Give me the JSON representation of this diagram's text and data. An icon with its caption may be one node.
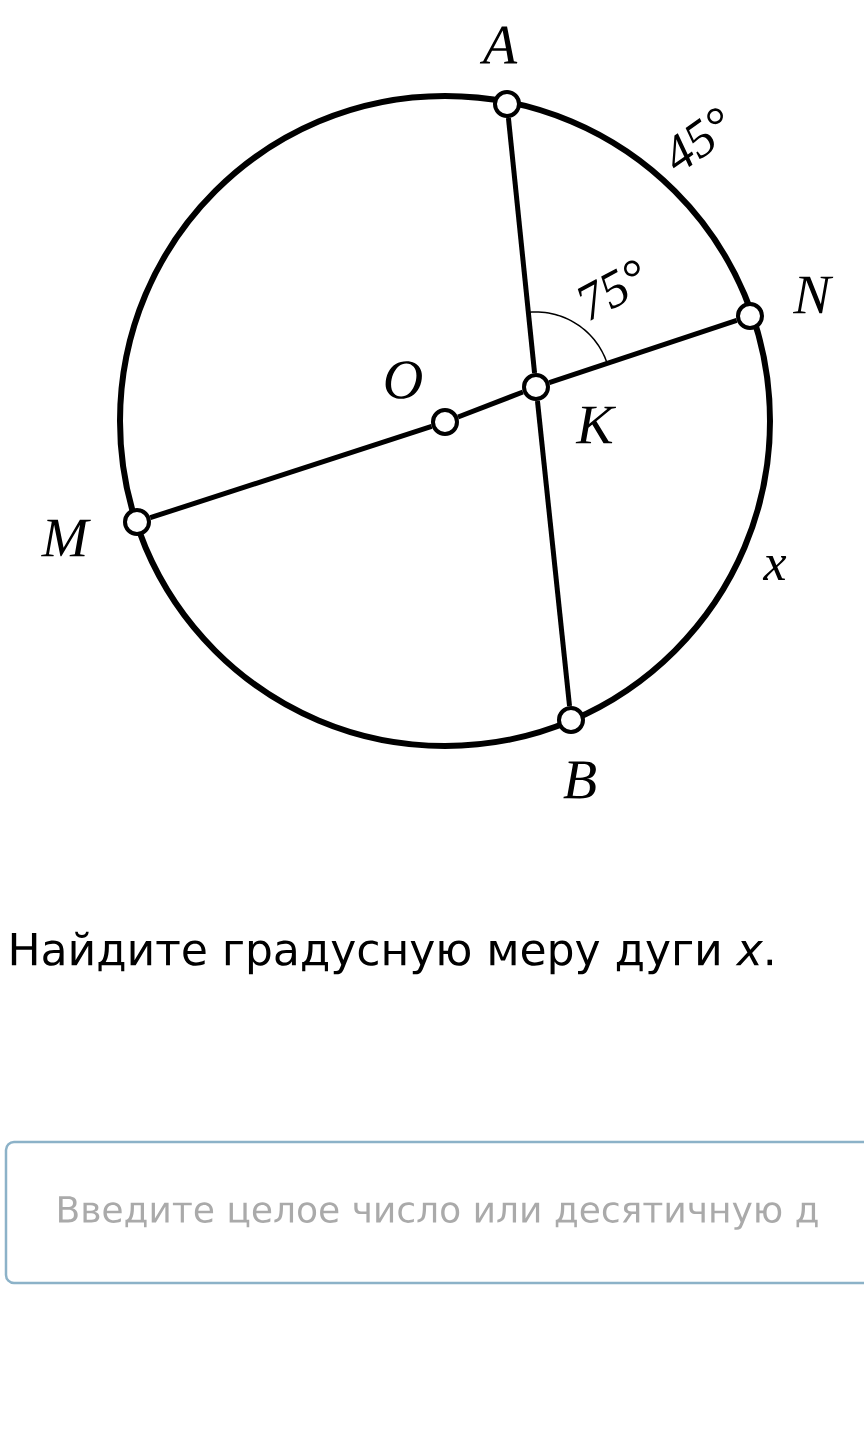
{
  "diagram": {
    "nodes": [
      {
        "text": [
          "A"
        ]
      },
      {
        "text": [
          "N"
        ]
      },
      {
        "text": [
          "O"
        ]
      },
      {
        "text": [
          "K"
        ]
      },
      {
        "text": [
          "M"
        ]
      },
      {
        "text": [
          "B"
        ]
      }
    ],
    "edges": [
      {
        "from": 0,
        "to": 3,
        "arrow": "none"
      },
      {
        "from": 3,
        "to": 5,
        "arrow": "none"
      },
      {
        "from": 4,
        "to": 2,
        "arrow": "none"
      },
      {
        "from": 2,
        "to": 3,
        "arrow": "none"
      },
      {
        "from": 3,
        "to": 1,
        "arrow": "none"
      }
    ],
    "labels": [
      "45°",
      "75°",
      "x",
      "Найдите градусную меру дуги *x*.",
      "Введите целое число или десятичную д"
    ]
  }
}
